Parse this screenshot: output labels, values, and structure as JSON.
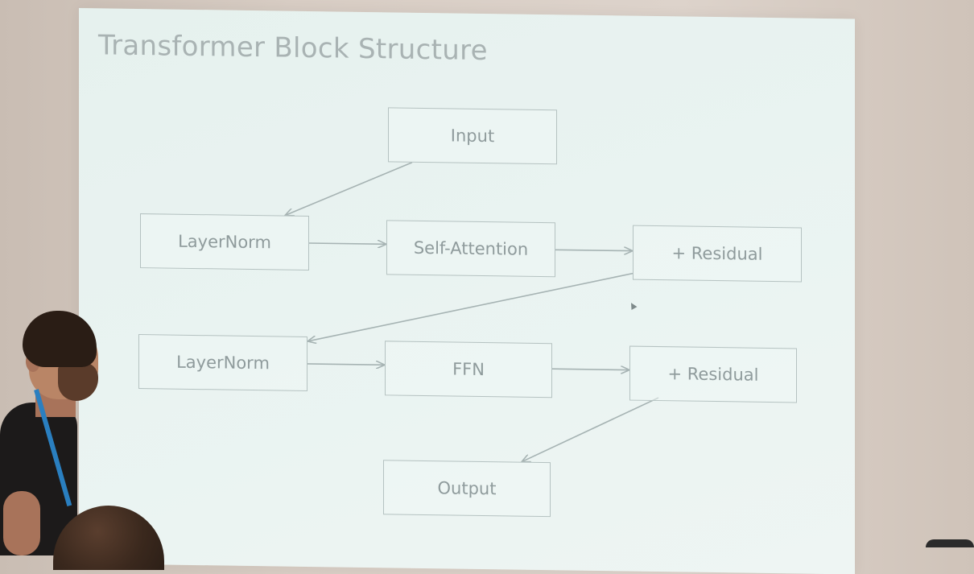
{
  "slide": {
    "title": "Transformer Block Structure"
  },
  "diagram": {
    "nodes": [
      {
        "id": "input",
        "label": "Input"
      },
      {
        "id": "layernorm-1",
        "label": "LayerNorm"
      },
      {
        "id": "self-attention",
        "label": "Self-Attention"
      },
      {
        "id": "residual-1",
        "label": "+ Residual"
      },
      {
        "id": "layernorm-2",
        "label": "LayerNorm"
      },
      {
        "id": "ffn",
        "label": "FFN"
      },
      {
        "id": "residual-2",
        "label": "+ Residual"
      },
      {
        "id": "output",
        "label": "Output"
      }
    ],
    "edges": [
      {
        "from": "input",
        "to": "layernorm-1"
      },
      {
        "from": "layernorm-1",
        "to": "self-attention"
      },
      {
        "from": "self-attention",
        "to": "residual-1"
      },
      {
        "from": "residual-1",
        "to": "layernorm-2"
      },
      {
        "from": "layernorm-2",
        "to": "ffn"
      },
      {
        "from": "ffn",
        "to": "residual-2"
      },
      {
        "from": "residual-2",
        "to": "output"
      }
    ]
  },
  "colors": {
    "slide_background": "#e9f3f1",
    "box_border": "#b5c2c1",
    "text": "#8f9b9c",
    "title": "#a9b3b3"
  }
}
